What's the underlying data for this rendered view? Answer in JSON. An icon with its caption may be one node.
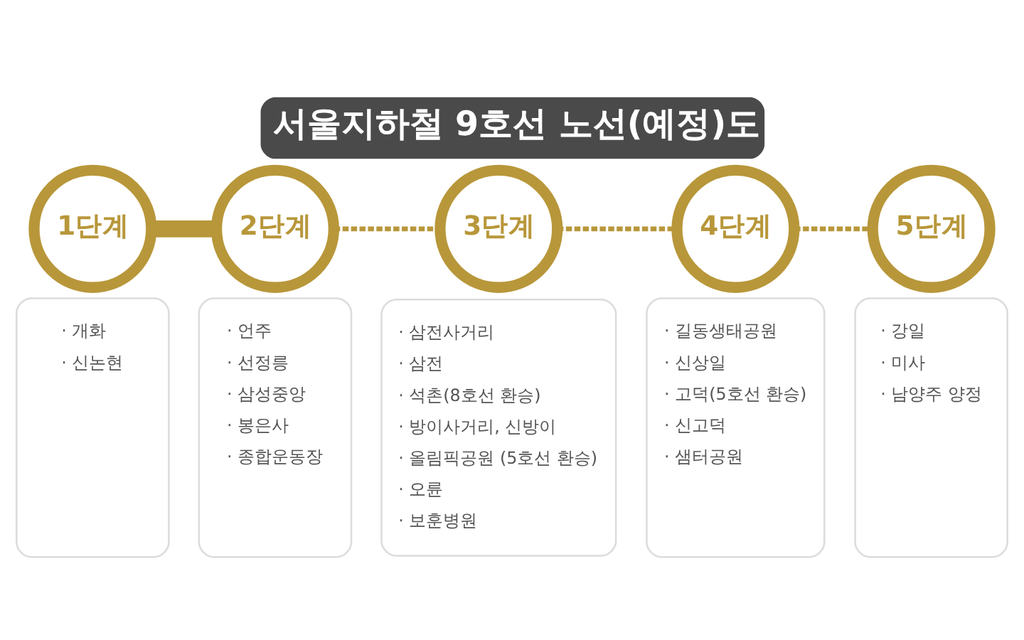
{
  "diagram": {
    "title": "서울지하철 9호선 노선(예정)도",
    "nodes": [
      {
        "text": [
          "1단계"
        ]
      },
      {
        "text": [
          "· 개화",
          "· 신논현"
        ]
      },
      {
        "text": [
          "2단계"
        ]
      },
      {
        "text": [
          "· 언주",
          "· 선정릉",
          "· 삼성중앙",
          "· 봉은사",
          "· 종합운동장"
        ]
      },
      {
        "text": [
          "3단계"
        ]
      },
      {
        "text": [
          "· 삼전사거리",
          "· 삼전",
          "· 석촌(8호선 환승)",
          "· 방이사거리, 신방이",
          "· 올림픽공원 (5호선 환승)",
          "· 오륜",
          "· 보훈병원"
        ]
      },
      {
        "text": [
          "4단계"
        ]
      },
      {
        "text": [
          "· 길동생태공원",
          "· 신상일",
          "· 고덕(5호선 환승)",
          "· 신고덕",
          "· 샘터공원"
        ]
      },
      {
        "text": [
          "5단계"
        ]
      },
      {
        "text": [
          "· 강일",
          "· 미사",
          "· 남양주 양정"
        ]
      }
    ],
    "edges": [
      {
        "from": 0,
        "to": 2,
        "arrow": "none",
        "style": "thick"
      },
      {
        "from": 2,
        "to": 4,
        "arrow": "none",
        "style": "dashed"
      },
      {
        "from": 4,
        "to": 6,
        "arrow": "none",
        "style": "dashed"
      },
      {
        "from": 6,
        "to": 8,
        "arrow": "none",
        "style": "dashed"
      }
    ]
  }
}
